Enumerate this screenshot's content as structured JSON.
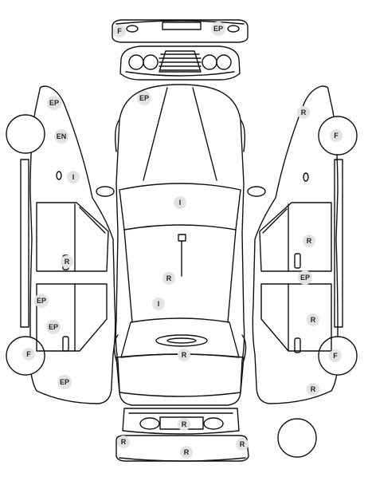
{
  "colors": {
    "outline": "#111111",
    "badge_fill": "#e3e3e3",
    "badge_text": "#222222",
    "background": "#ffffff"
  },
  "badges": [
    {
      "id": "front-bumper-left",
      "text": "F"
    },
    {
      "id": "front-bumper-right",
      "text": "EP"
    },
    {
      "id": "hood",
      "text": "EP"
    },
    {
      "id": "windshield",
      "text": "I"
    },
    {
      "id": "roof-a",
      "text": "R"
    },
    {
      "id": "roof-b",
      "text": "I"
    },
    {
      "id": "trunk",
      "text": "R"
    },
    {
      "id": "rear-panel",
      "text": "R"
    },
    {
      "id": "rear-bumper-left",
      "text": "R"
    },
    {
      "id": "rear-bumper-center",
      "text": "R"
    },
    {
      "id": "rear-bumper-right",
      "text": "R"
    },
    {
      "id": "left-fender",
      "text": "EP"
    },
    {
      "id": "left-wheel-front",
      "text": "EN"
    },
    {
      "id": "left-mirror",
      "text": "I"
    },
    {
      "id": "left-front-door",
      "text": "R"
    },
    {
      "id": "left-rear-door-a",
      "text": "EP"
    },
    {
      "id": "left-rear-door-b",
      "text": "EP"
    },
    {
      "id": "left-wheel-rear",
      "text": "F"
    },
    {
      "id": "left-quarter",
      "text": "EP"
    },
    {
      "id": "right-fender",
      "text": "R"
    },
    {
      "id": "right-wheel-front",
      "text": "F"
    },
    {
      "id": "right-front-door",
      "text": "R"
    },
    {
      "id": "right-pillar",
      "text": "EP"
    },
    {
      "id": "right-rear-door",
      "text": "R"
    },
    {
      "id": "right-wheel-rear",
      "text": "F"
    },
    {
      "id": "right-quarter",
      "text": "R"
    }
  ]
}
